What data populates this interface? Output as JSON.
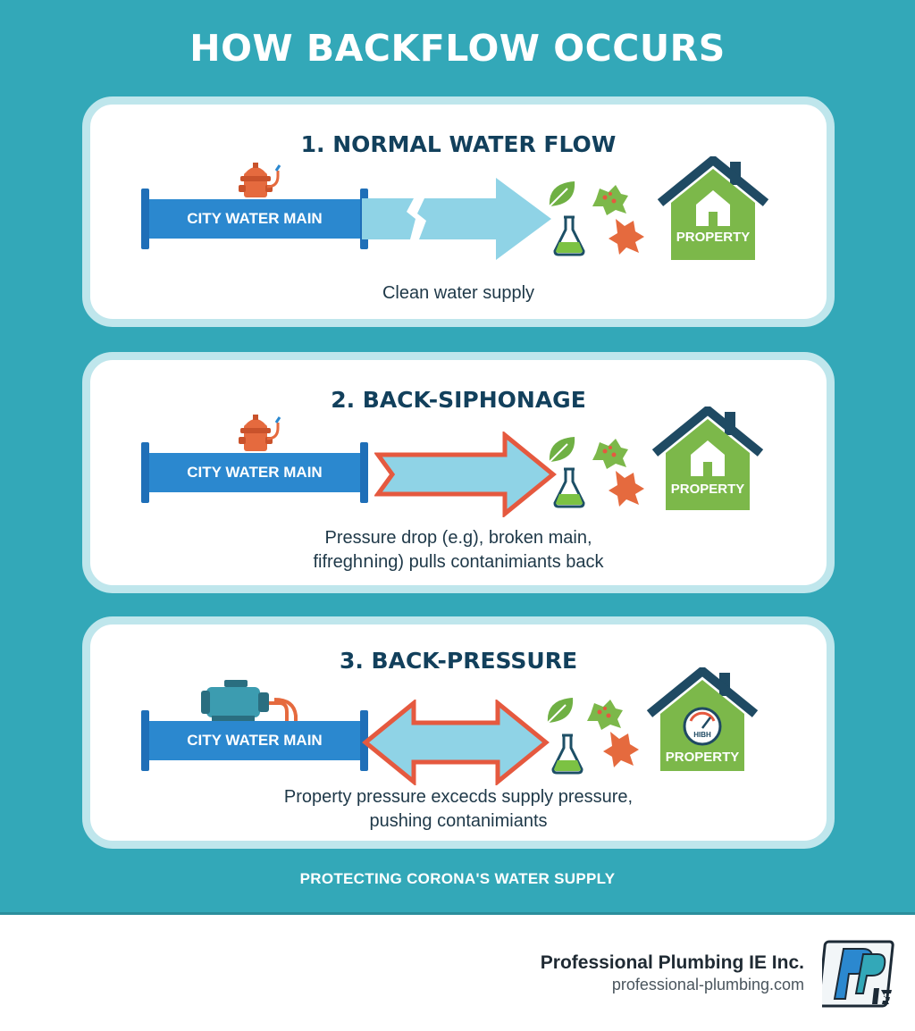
{
  "title": "HOW BACKFLOW OCCURS",
  "panels": [
    {
      "title": "1. NORMAL WATER FLOW",
      "pipe_label": "CITY WATER MAIN",
      "house_label": "PROPERTY",
      "caption_lines": [
        "Clean water supply"
      ]
    },
    {
      "title": "2. BACK-SIPHONAGE",
      "pipe_label": "CITY WATER MAIN",
      "house_label": "PROPERTY",
      "caption_lines": [
        "Pressure drop (e.g), broken main,",
        "fifreghոing) pulls contanimiants back"
      ]
    },
    {
      "title": "3. BACK-PRESSURE",
      "pipe_label": "CITY WATER MAIN",
      "house_label": "PROPERTY",
      "gauge_label": "HIBH",
      "caption_lines": [
        "Property pressure excecds supply pressure,",
        "pushing contanimiants"
      ]
    }
  ],
  "footer_tagline": "PROTECTING CORONA'S WATER SUPPLY",
  "company": {
    "name": "Professional Plumbing IE Inc.",
    "website": "professional-plumbing.com"
  },
  "colors": {
    "teal": "#33a8b8",
    "pipe_blue": "#2b88cf",
    "arrow_blue": "#8fd3e6",
    "arrow_red": "#e5593f",
    "house_green": "#7cb84a",
    "navy": "#12405c"
  },
  "icons": [
    "fire-hydrant-icon",
    "pump-icon",
    "leaf-icon",
    "flask-icon",
    "bacteria-icon",
    "house-icon",
    "pressure-gauge-icon",
    "company-logo"
  ]
}
